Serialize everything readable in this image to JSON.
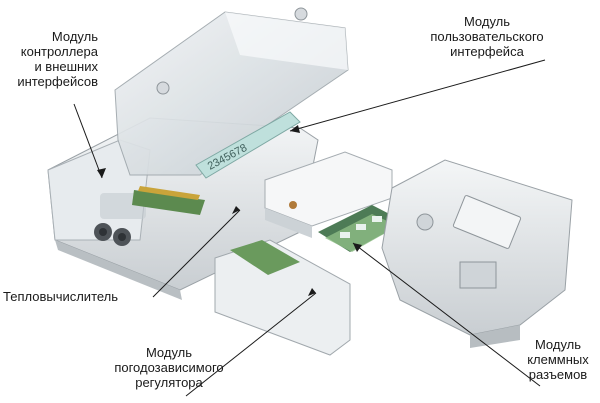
{
  "labels": {
    "controller": [
      "Модуль",
      "контроллера",
      "и внешних",
      "интерфейсов"
    ],
    "user_interface": [
      "Модуль",
      "пользовательского",
      "интерфейса"
    ],
    "heat_calculator": [
      "Тепловычислитель"
    ],
    "weather_regulator": [
      "Модуль",
      "погодозависимого",
      "регулятора"
    ],
    "terminal": [
      "Модуль",
      "клеммных",
      "разъемов"
    ]
  },
  "display": {
    "digits": "2345678"
  }
}
